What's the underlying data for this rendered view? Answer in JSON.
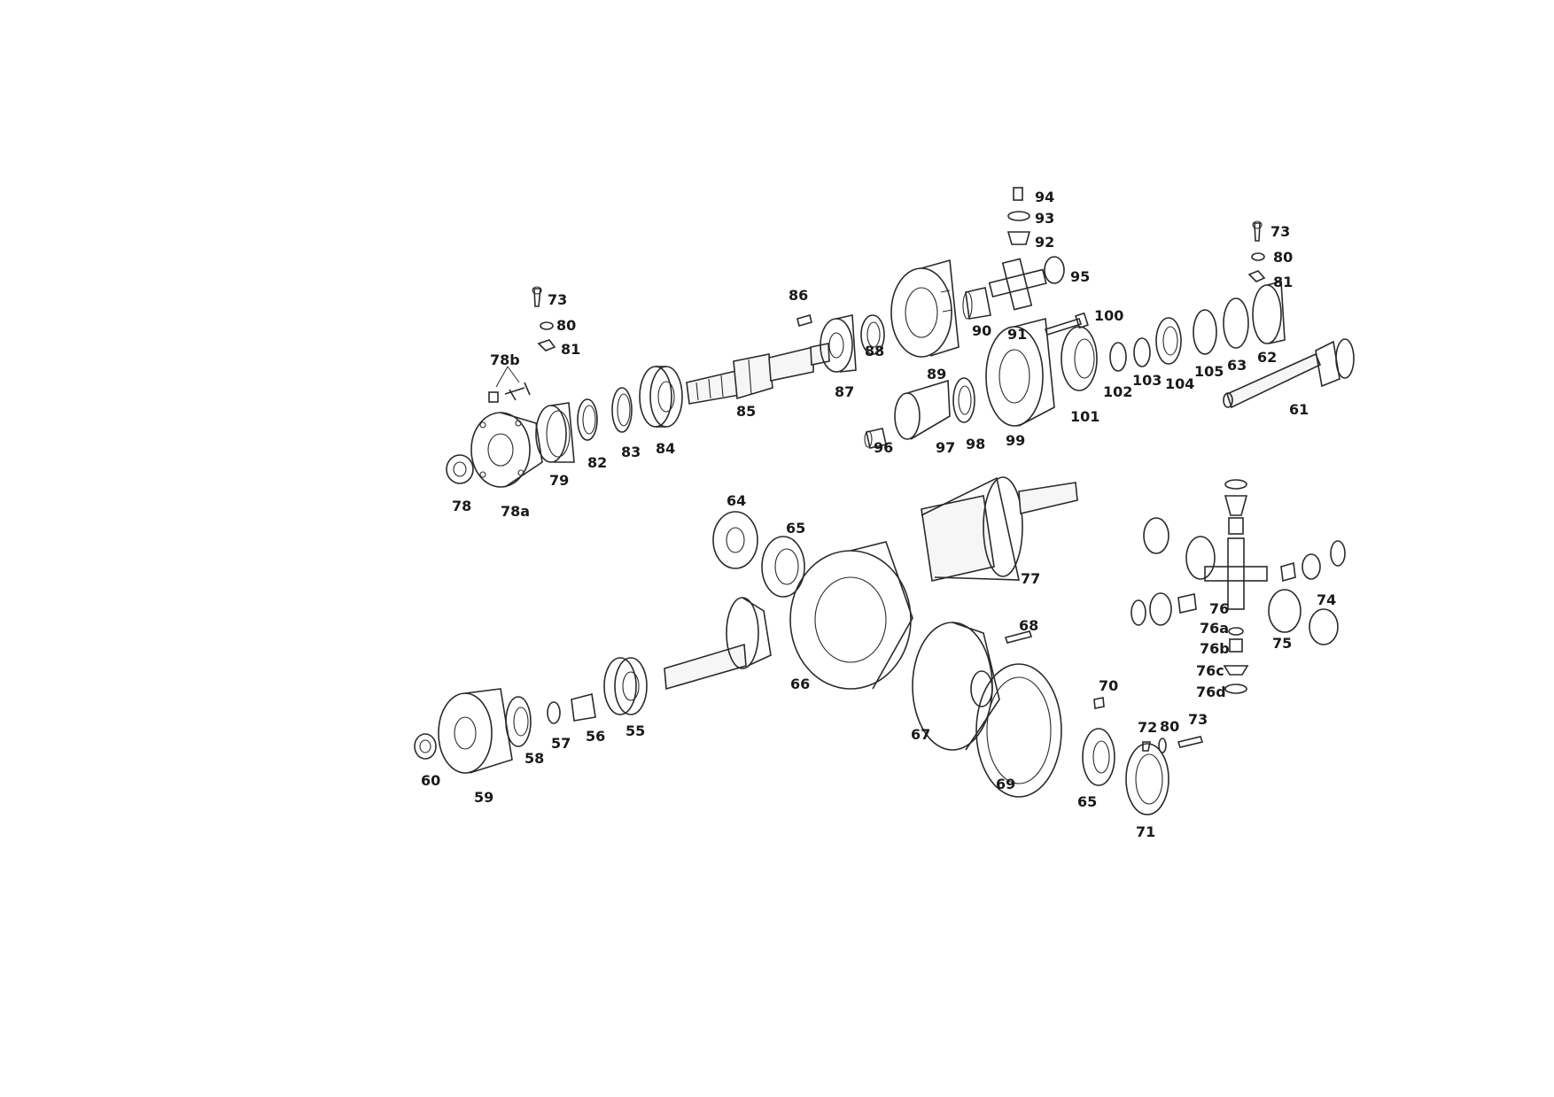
{
  "diagram": {
    "callouts": {
      "c55": "55",
      "c56": "56",
      "c57": "57",
      "c58": "58",
      "c59": "59",
      "c60": "60",
      "c61": "61",
      "c62": "62",
      "c63": "63",
      "c64": "64",
      "c65a": "65",
      "c65b": "65",
      "c66": "66",
      "c67": "67",
      "c68": "68",
      "c69": "69",
      "c70": "70",
      "c71": "71",
      "c72": "72",
      "c73a": "73",
      "c73b": "73",
      "c73c": "73",
      "c74": "74",
      "c75": "75",
      "c76": "76",
      "c76a": "76a",
      "c76b": "76b",
      "c76c": "76c",
      "c76d": "76d",
      "c77": "77",
      "c78": "78",
      "c78a": "78a",
      "c78b": "78b",
      "c79": "79",
      "c80a": "80",
      "c80b": "80",
      "c80c": "80",
      "c81a": "81",
      "c81b": "81",
      "c82": "82",
      "c83": "83",
      "c84": "84",
      "c85": "85",
      "c86": "86",
      "c87": "87",
      "c88": "88",
      "c89": "89",
      "c90": "90",
      "c91": "91",
      "c92": "92",
      "c93": "93",
      "c94": "94",
      "c95": "95",
      "c96": "96",
      "c97": "97",
      "c98": "98",
      "c99": "99",
      "c100": "100",
      "c101": "101",
      "c102": "102",
      "c103": "103",
      "c104": "104",
      "c105": "105"
    }
  }
}
